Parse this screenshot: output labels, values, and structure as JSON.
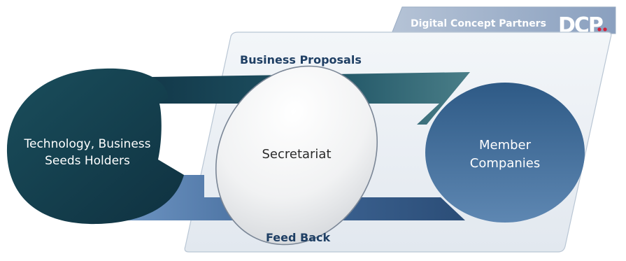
{
  "brand": {
    "name": "Digital Concept Partners",
    "logo_text": "DCP",
    "colors": {
      "tab_bg": "#9fb0c8",
      "logo_dot": "#d2233c"
    }
  },
  "diagram": {
    "top_flow_label": "Business Proposals",
    "bottom_flow_label": "Feed Back",
    "center_label": "Secretariat",
    "left_node": {
      "line1": "Technology, Business",
      "line2": "Seeds Holders"
    },
    "right_node": {
      "line1": "Member",
      "line2": "Companies"
    },
    "colors": {
      "panel_bg": "#e9eef4",
      "panel_border": "#b9c6d4",
      "left_dark": "#153d4b",
      "right_dark": "#2b4d77",
      "bottom_arrow": "#3d6290",
      "label_text": "#1f3f64"
    }
  }
}
